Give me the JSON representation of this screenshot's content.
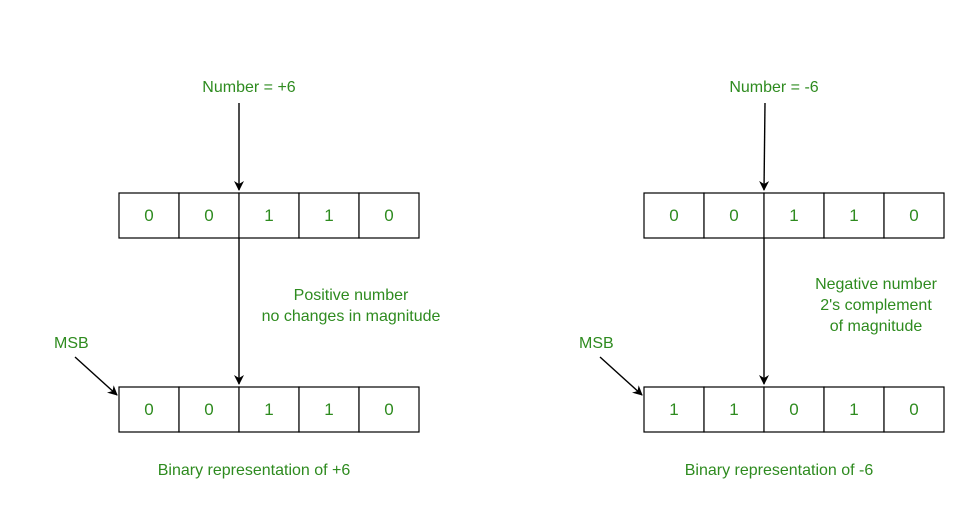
{
  "panels": [
    {
      "number_label": "Number = +6",
      "top_bits": [
        "0",
        "0",
        "1",
        "1",
        "0"
      ],
      "bottom_bits": [
        "0",
        "0",
        "1",
        "1",
        "0"
      ],
      "note_lines": [
        "Positive number",
        "no changes in magnitude"
      ],
      "msb_label": "MSB",
      "caption": "Binary representation of +6"
    },
    {
      "number_label": "Number = -6",
      "top_bits": [
        "0",
        "0",
        "1",
        "1",
        "0"
      ],
      "bottom_bits": [
        "1",
        "1",
        "0",
        "1",
        "0"
      ],
      "note_lines": [
        "Negative number",
        "2's complement",
        "of magnitude"
      ],
      "msb_label": "MSB",
      "caption": "Binary representation of -6"
    }
  ],
  "colors": {
    "text": "#2e8b1f",
    "lines": "#000000"
  }
}
